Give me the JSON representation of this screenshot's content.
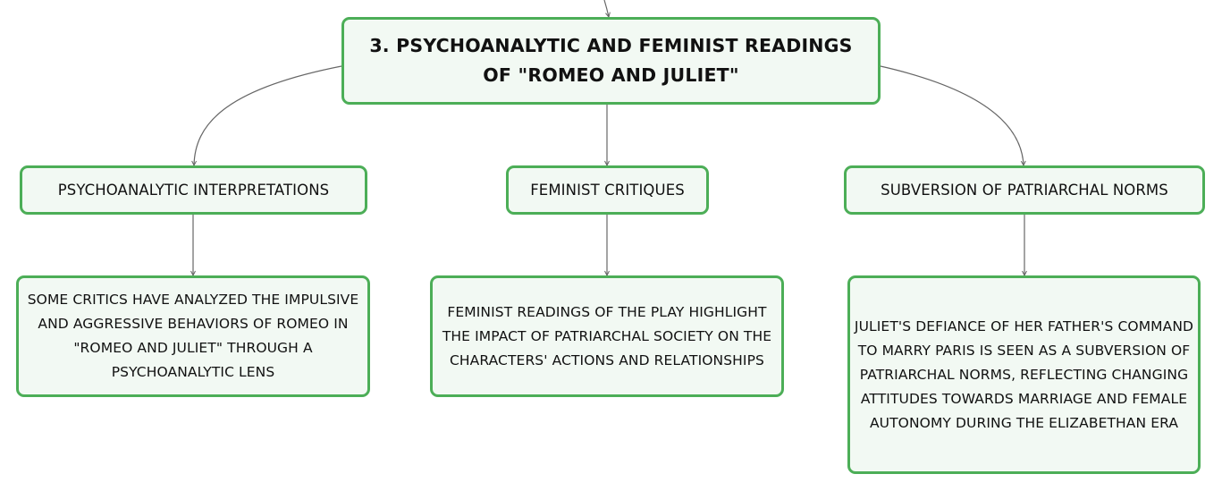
{
  "root": {
    "title": "3. Psychoanalytic and Feminist Readings of \"Romeo and Juliet\""
  },
  "branches": [
    {
      "label": "Psychoanalytic Interpretations",
      "detail": "Some critics have analyzed the impulsive and aggressive behaviors of Romeo in \"Romeo and Juliet\" through a psychoanalytic lens"
    },
    {
      "label": "Feminist Critiques",
      "detail": "Feminist readings of the play highlight the impact of patriarchal society on the characters' actions and relationships"
    },
    {
      "label": "Subversion of Patriarchal Norms",
      "detail": "Juliet's defiance of her father's command to marry Paris is seen as a subversion of patriarchal norms, reflecting changing attitudes towards marriage and female autonomy during the Elizabethan era"
    }
  ],
  "colors": {
    "node_fill": "#f2f9f3",
    "node_border": "#4cae57",
    "connector": "#666666"
  }
}
